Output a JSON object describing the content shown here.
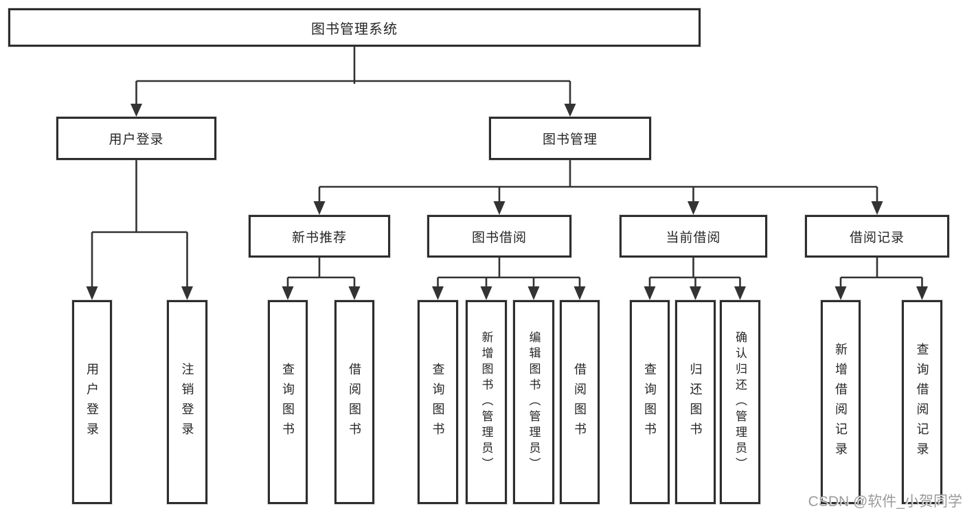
{
  "colors": {
    "line": "#333333",
    "box_border": "#2d2d2d",
    "text": "#262626",
    "background": "#ffffff",
    "watermark": "#9b9b9b"
  },
  "watermark": "CSDN @软件_小贺同学",
  "tree": {
    "root": "图书管理系统",
    "children": [
      {
        "label": "用户登录",
        "children": [
          {
            "label": "用户登录"
          },
          {
            "label": "注销登录"
          }
        ]
      },
      {
        "label": "图书管理",
        "children": [
          {
            "label": "新书推荐",
            "children": [
              {
                "label": "查询图书"
              },
              {
                "label": "借阅图书"
              }
            ]
          },
          {
            "label": "图书借阅",
            "children": [
              {
                "label": "查询图书"
              },
              {
                "label": "新增图书（管理员）"
              },
              {
                "label": "编辑图书（管理员）"
              },
              {
                "label": "借阅图书"
              }
            ]
          },
          {
            "label": "当前借阅",
            "children": [
              {
                "label": "查询图书"
              },
              {
                "label": "归还图书"
              },
              {
                "label": "确认归还（管理员）"
              }
            ]
          },
          {
            "label": "借阅记录",
            "children": [
              {
                "label": "新增借阅记录"
              },
              {
                "label": "查询借阅记录"
              }
            ]
          }
        ]
      }
    ]
  }
}
